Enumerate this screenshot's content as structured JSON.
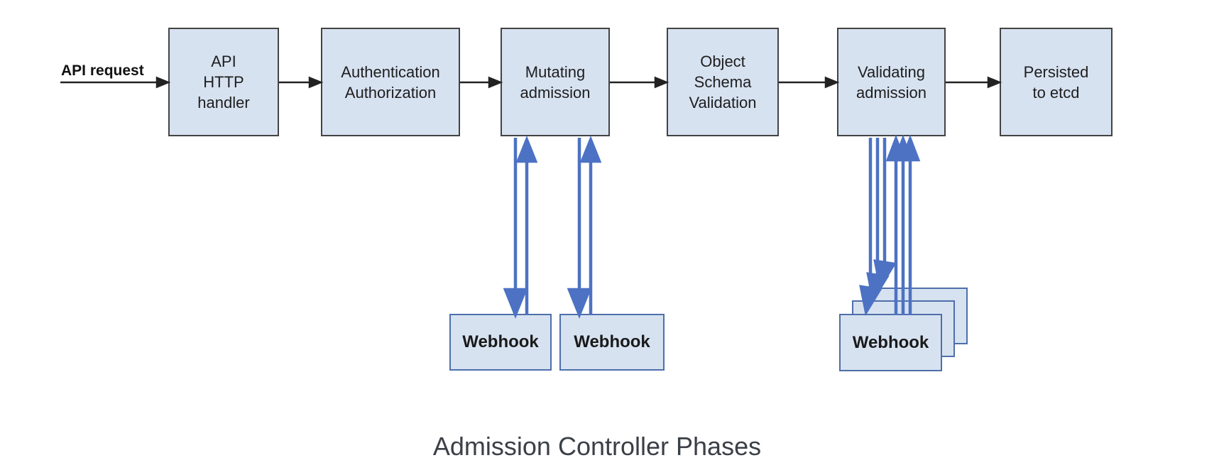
{
  "diagram": {
    "request_label": "API request",
    "caption": "Admission Controller Phases",
    "phases": [
      {
        "id": "api-http-handler",
        "label": "API\nHTTP\nhandler"
      },
      {
        "id": "authentication-authorization",
        "label": "Authentication\nAuthorization"
      },
      {
        "id": "mutating-admission",
        "label": "Mutating\nadmission"
      },
      {
        "id": "object-schema-validation",
        "label": "Object\nSchema\nValidation"
      },
      {
        "id": "validating-admission",
        "label": "Validating\nadmission"
      },
      {
        "id": "persisted-to-etcd",
        "label": "Persisted\nto etcd"
      }
    ],
    "mutating_webhooks": [
      {
        "label": "Webhook"
      },
      {
        "label": "Webhook"
      }
    ],
    "validating_webhooks": [
      {
        "label": "Webhook"
      },
      {
        "label": "Webhook"
      },
      {
        "label": "Webhook"
      }
    ],
    "colors": {
      "box_fill": "#d7e2f1",
      "phase_border": "#434343",
      "webhook_border": "#4e6fa9",
      "connector_black": "#222222",
      "webhook_arrow_blue": "#4d72c3",
      "caption_text": "#3b3f46"
    }
  }
}
